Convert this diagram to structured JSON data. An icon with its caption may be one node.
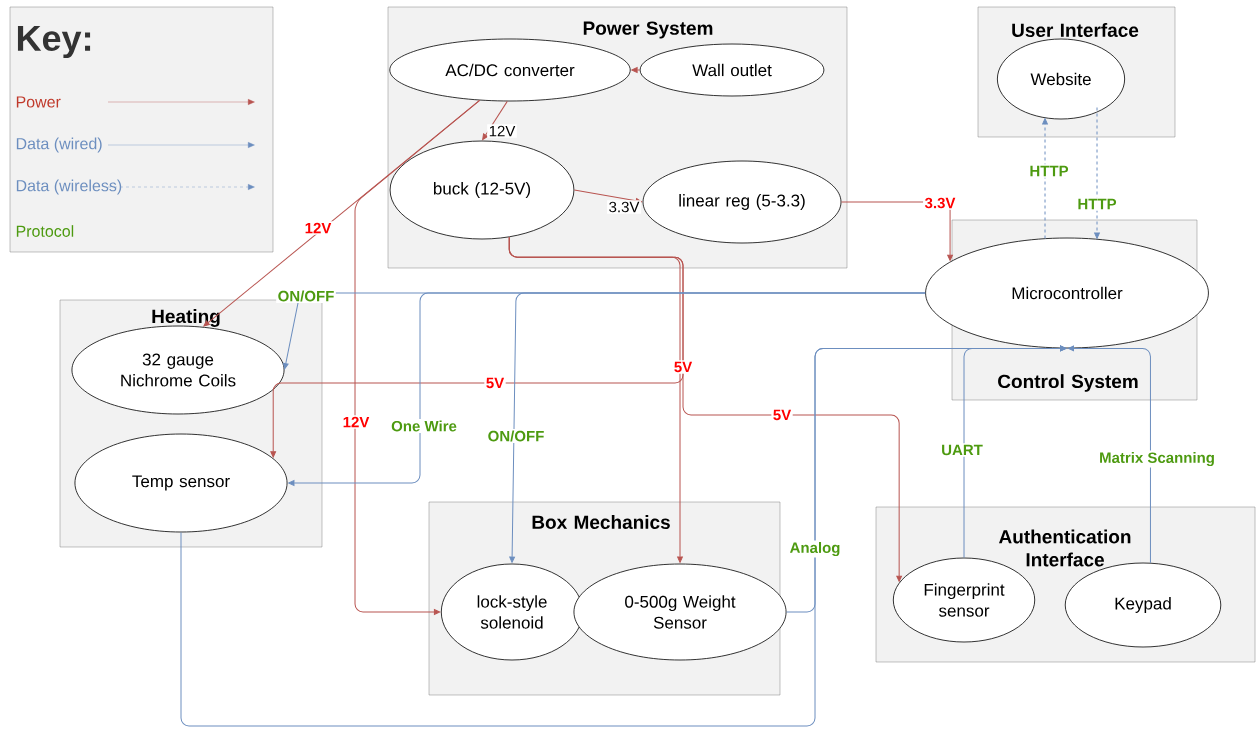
{
  "diagram": {
    "nodes": [
      {
        "text": [
          "Power System"
        ]
      },
      {
        "text": [
          "AC/DC converter"
        ],
        "in": 0
      },
      {
        "text": [
          "Wall outlet"
        ],
        "in": 0
      },
      {
        "text": [
          "buck (12-5V)"
        ],
        "in": 0
      },
      {
        "text": [
          "linear reg (5-3.3)"
        ],
        "in": 0
      },
      {
        "text": [
          "User Interface"
        ]
      },
      {
        "text": [
          "Website"
        ],
        "in": 5
      },
      {
        "text": [
          "Control System"
        ]
      },
      {
        "text": [
          "Microcontroller"
        ],
        "in": 7
      },
      {
        "text": [
          "Heating"
        ]
      },
      {
        "text": [
          "32 gauge Nichrome Coils"
        ],
        "in": 9
      },
      {
        "text": [
          "Temp sensor"
        ],
        "in": 9
      },
      {
        "text": [
          "Box Mechanics"
        ]
      },
      {
        "text": [
          "lock-style solenoid"
        ],
        "in": 12
      },
      {
        "text": [
          "0-500g Weight Sensor"
        ],
        "in": 12
      },
      {
        "text": [
          "Authentication Interface"
        ]
      },
      {
        "text": [
          "Fingerprint sensor"
        ],
        "in": 15
      },
      {
        "text": [
          "Keypad"
        ],
        "in": 15
      }
    ],
    "edges": [
      {
        "from": 2,
        "to": 1,
        "arrow": "to"
      },
      {
        "from": 1,
        "to": 3,
        "label": "12V",
        "arrow": "to"
      },
      {
        "from": 3,
        "to": 4,
        "label": "3.3V",
        "arrow": "to"
      },
      {
        "from": 4,
        "to": 8,
        "label": "3.3V",
        "arrow": "to"
      },
      {
        "from": 1,
        "to": 10,
        "label": "12V",
        "arrow": "to"
      },
      {
        "from": 1,
        "to": 13,
        "label": "12V",
        "arrow": "to"
      },
      {
        "from": 3,
        "to": 14,
        "label": "5V",
        "arrow": "to"
      },
      {
        "from": 3,
        "to": 11,
        "label": "5V",
        "arrow": "to"
      },
      {
        "from": 3,
        "to": 16,
        "label": "5V",
        "arrow": "to"
      },
      {
        "from": 8,
        "to": 10,
        "label": "ON/OFF",
        "arrow": "to",
        "color": "#6c8ebf"
      },
      {
        "from": 8,
        "to": 11,
        "label": "One Wire",
        "arrow": "to",
        "color": "#6c8ebf"
      },
      {
        "from": 8,
        "to": 13,
        "label": "ON/OFF",
        "arrow": "to",
        "color": "#6c8ebf"
      },
      {
        "from": 8,
        "to": 6,
        "label": "HTTP",
        "arrow": "to",
        "style": "dashed",
        "color": "#6c8ebf"
      },
      {
        "from": 6,
        "to": 8,
        "label": "HTTP",
        "arrow": "to",
        "style": "dashed",
        "color": "#6c8ebf"
      },
      {
        "from": 11,
        "to": 8,
        "arrow": "to",
        "color": "#6c8ebf"
      },
      {
        "from": 14,
        "to": 8,
        "label": "Analog",
        "arrow": "to",
        "color": "#6c8ebf"
      },
      {
        "from": 16,
        "to": 8,
        "label": "UART",
        "arrow": "to",
        "color": "#6c8ebf"
      },
      {
        "from": 17,
        "to": 8,
        "label": "Matrix Scanning",
        "arrow": "to",
        "color": "#6c8ebf"
      }
    ],
    "labels": [
      "Key:"
    ],
    "legend": [
      {
        "text": "Power"
      },
      {
        "text": "Data (wired)"
      },
      {
        "text": "Data (wireless)"
      },
      {
        "text": "Protocol"
      }
    ]
  }
}
